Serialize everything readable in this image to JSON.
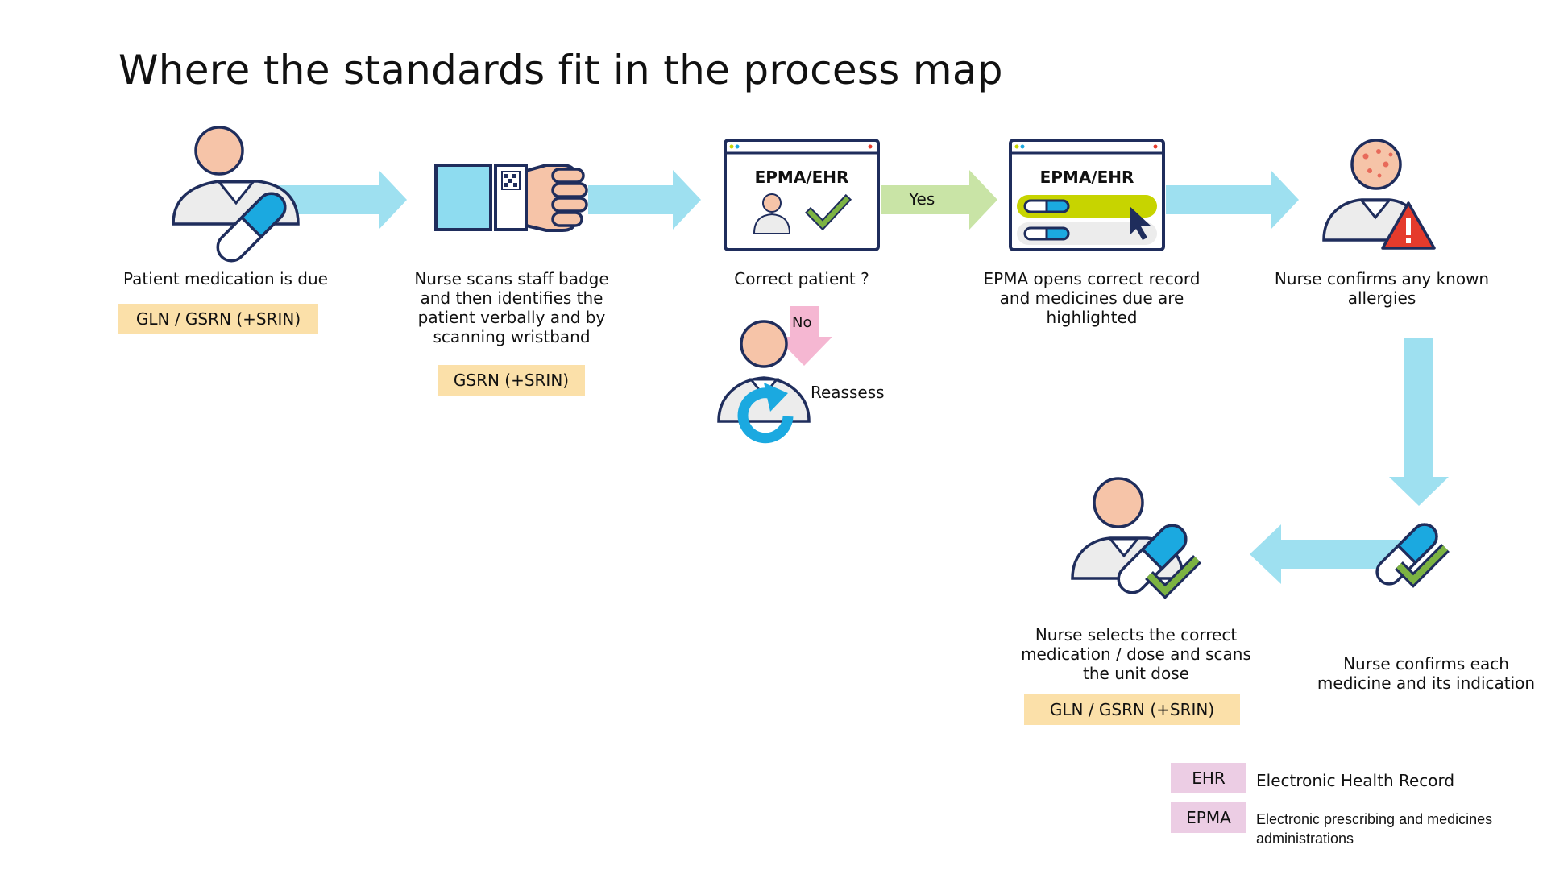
{
  "title": "Where the standards fit in the process map",
  "steps": [
    {
      "label": "Patient medication is due",
      "tag": "GLN / GSRN (+SRIN)"
    },
    {
      "label": "Nurse scans staff badge\nand then identifies the\npatient verbally and by\nscanning wristband",
      "tag": "GSRN (+SRIN)"
    },
    {
      "label": "Correct patient ?",
      "screen_title": "EPMA/EHR"
    },
    {
      "label": "EPMA opens correct record\nand medicines due are\nhighlighted",
      "screen_title": "EPMA/EHR"
    },
    {
      "label": "Nurse confirms any known\nallergies"
    },
    {
      "label": "Nurse confirms each\nmedicine and its indication"
    },
    {
      "label": "Nurse selects the correct\nmedication / dose and scans\nthe unit dose",
      "tag": "GLN / GSRN (+SRIN)"
    }
  ],
  "branch": {
    "yes": "Yes",
    "no": "No",
    "reassess": "Reassess"
  },
  "legend": [
    {
      "abbr": "EHR",
      "text": "Electronic Health Record"
    },
    {
      "abbr": "EPMA",
      "text": "Electronic prescribing and medicines administrations"
    }
  ],
  "colors": {
    "arrow": "#9ee0f0",
    "yes_arrow": "#c9e4a6",
    "no_arrow": "#f5b7d2",
    "tag_bg": "#fbe0a9",
    "legend_bg": "#eccde4",
    "outline": "#1f2d5c",
    "skin": "#f6c4a8",
    "capsule_blue": "#1ba9e0",
    "check_green": "#7cb342",
    "lime": "#c7d400",
    "alert_red": "#e53b2c"
  }
}
